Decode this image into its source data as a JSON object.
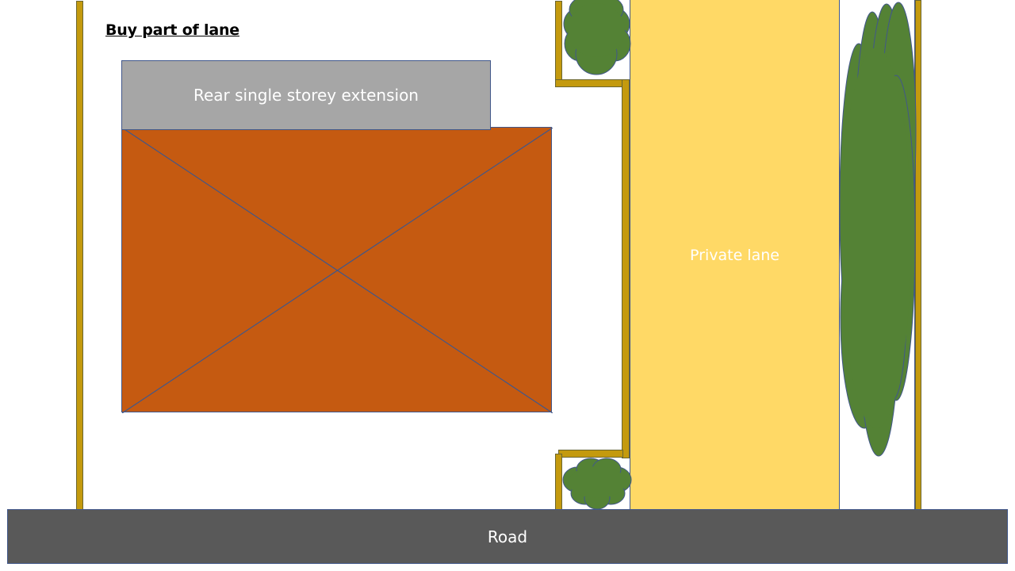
{
  "diagram": {
    "title": "Buy part of lane",
    "extension_label": "Rear single storey extension",
    "lane_label": "Private lane",
    "road_label": "Road"
  },
  "colors": {
    "fence": "#c49a0e",
    "house": "#c55a11",
    "extension": "#a6a6a6",
    "lane": "#ffd966",
    "road": "#595959",
    "tree": "#548235",
    "outline": "#41578a"
  }
}
